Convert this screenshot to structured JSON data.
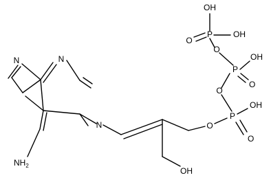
{
  "molecule": {
    "atoms": {
      "n_imidazole_left": "N",
      "n_pyrimidine_top": "N",
      "n1_ring": "N",
      "amino": "NH",
      "amino_sub": "2",
      "hydroxyl_chain": "OH",
      "ester_o1": "O",
      "p1": "P",
      "p1_oh": "OH",
      "p1_o_double": "O",
      "bridge_o1": "O",
      "p2": "P",
      "p2_oh": "OH",
      "p2_o_double": "O",
      "bridge_o2": "O",
      "p3": "P",
      "p3_oh_top": "OH",
      "p3_oh_right": "OH",
      "p3_o_double": "O"
    }
  }
}
